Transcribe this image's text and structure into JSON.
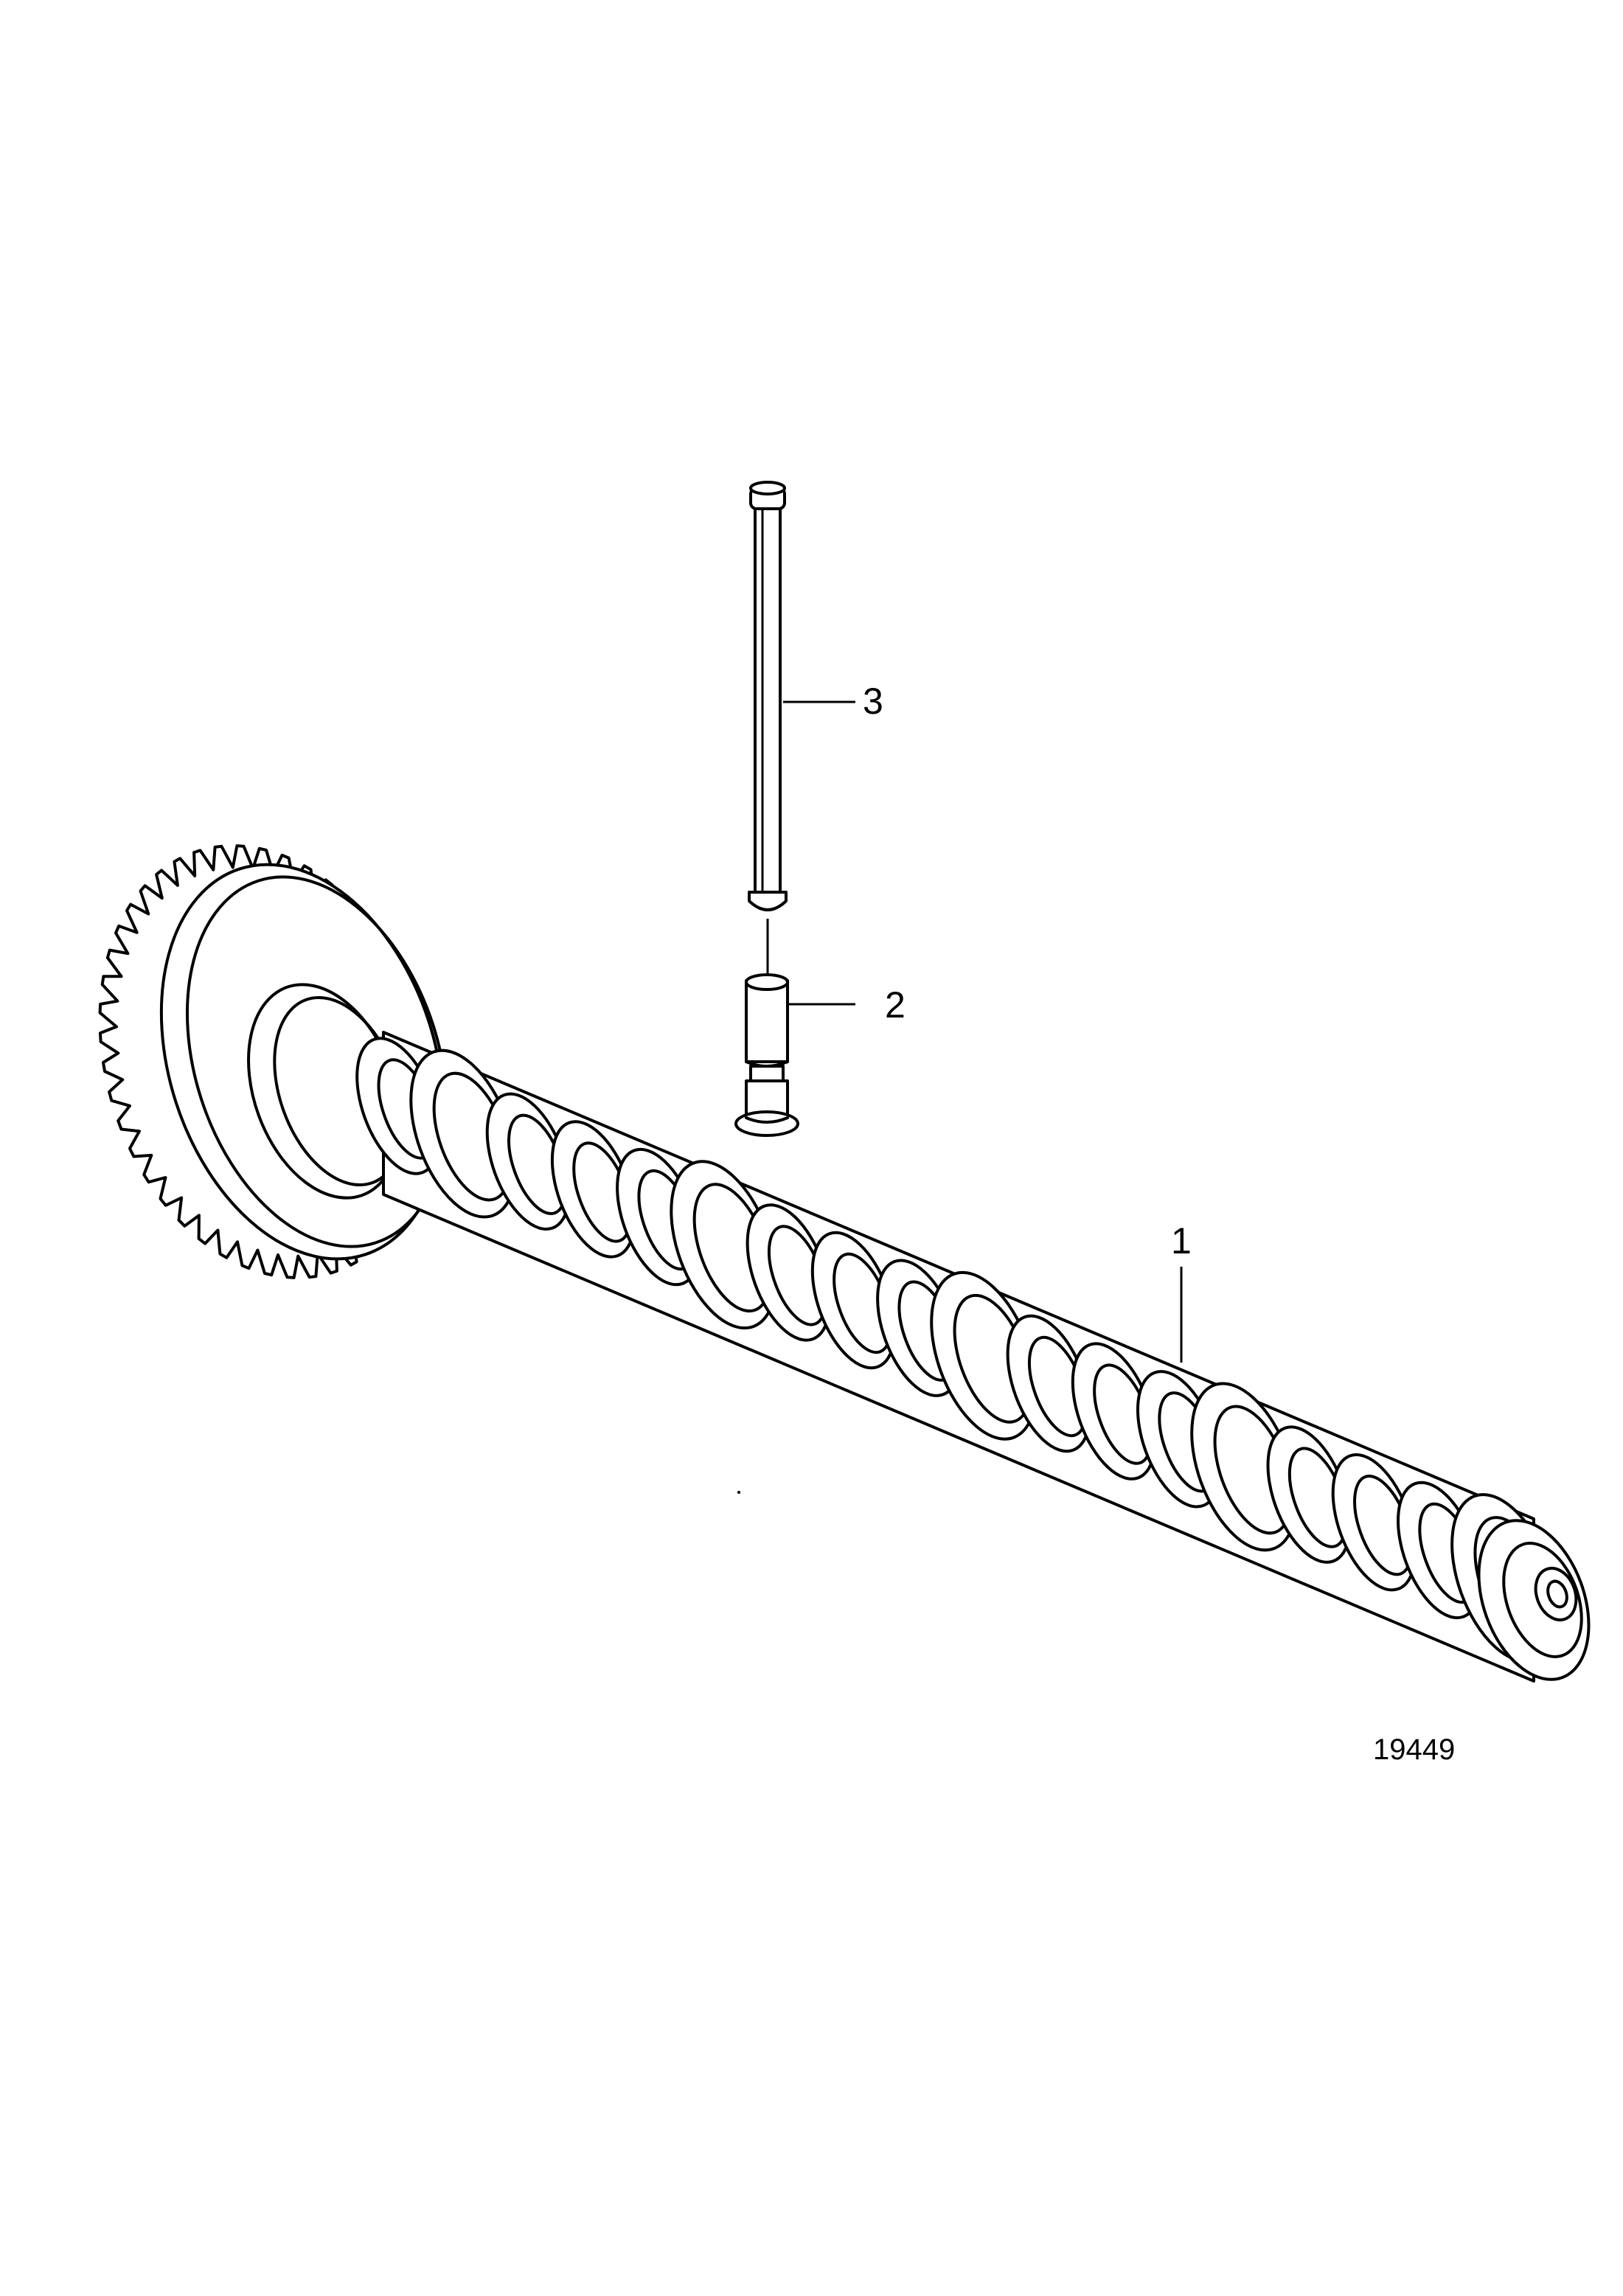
{
  "callouts": [
    {
      "id": "1",
      "label": "1"
    },
    {
      "id": "2",
      "label": "2"
    },
    {
      "id": "3",
      "label": "3"
    }
  ],
  "figure_number": "19449"
}
